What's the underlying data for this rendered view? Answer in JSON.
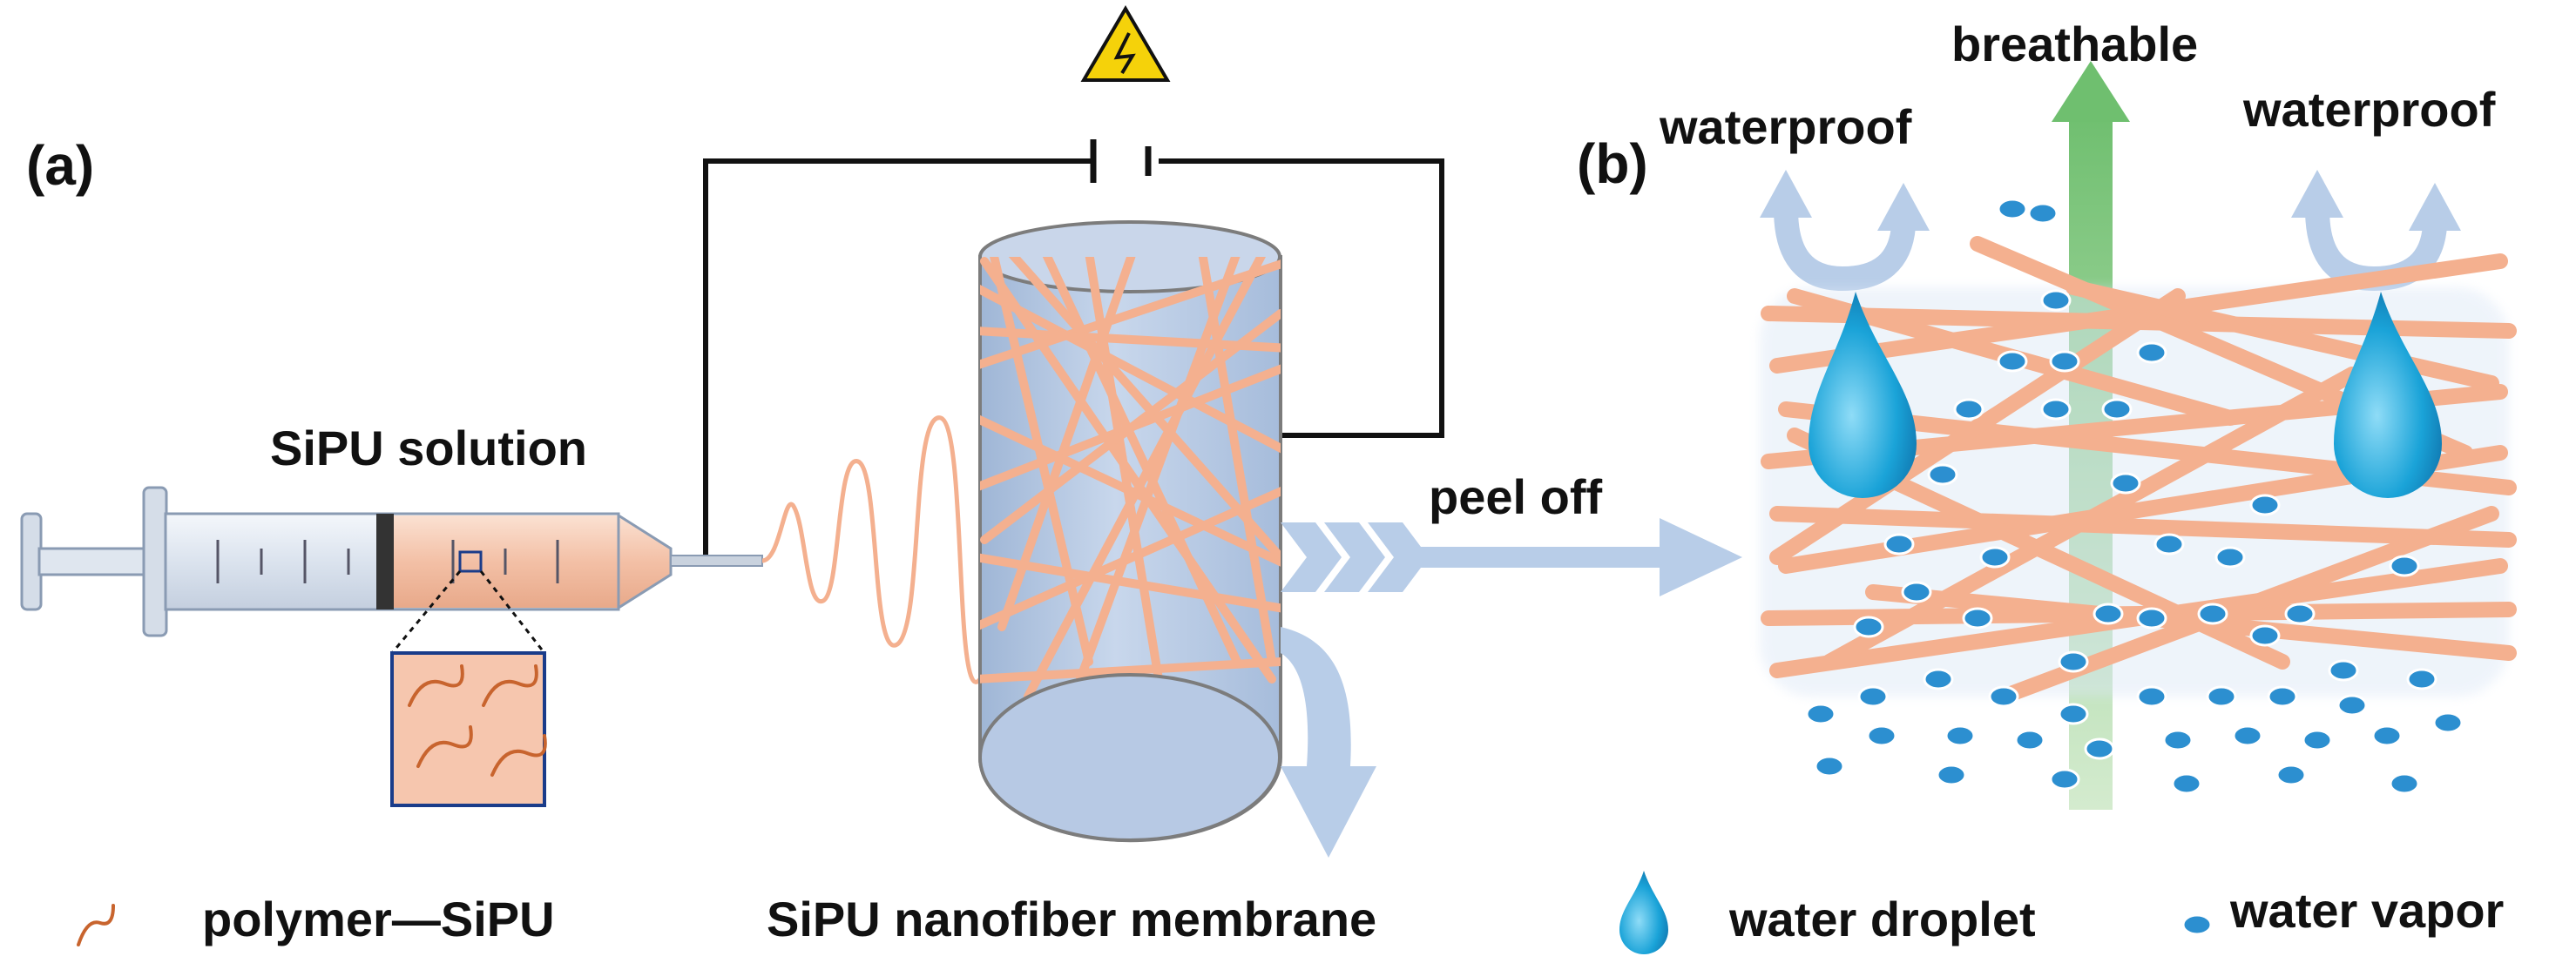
{
  "panel_a": {
    "label": "(a)",
    "solution_label": "SiPU solution",
    "peel_label": "peel off",
    "membrane_label": "SiPU nanofiber membrane"
  },
  "panel_b": {
    "label": "(b)",
    "breathable_label": "breathable",
    "waterproof_left_label": "waterproof",
    "waterproof_right_label": "waterproof"
  },
  "legend": {
    "polymer_label": "polymer—SiPU",
    "droplet_label": "water droplet",
    "vapor_label": "water vapor"
  },
  "colors": {
    "fiber": "#f4b08f",
    "light_blue": "#b8cde8",
    "drop_blue": "#1aa3d8",
    "green": "#7fc97f",
    "warning_yellow": "#f5d20a"
  },
  "icons": {
    "high_voltage": "high-voltage-warning-icon",
    "drop": "water-droplet-icon",
    "vapor": "water-vapor-icon"
  }
}
